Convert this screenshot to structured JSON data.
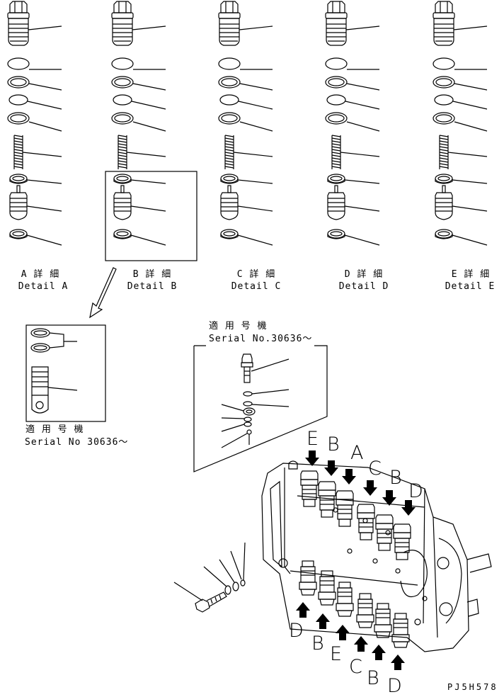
{
  "details": [
    {
      "jp": "A 詳 細",
      "en": "Detail A"
    },
    {
      "jp": "B 詳 細",
      "en": "Detail B"
    },
    {
      "jp": "C 詳 細",
      "en": "Detail C"
    },
    {
      "jp": "D 詳 細",
      "en": "Detail D"
    },
    {
      "jp": "E 詳 細",
      "en": "Detail E"
    }
  ],
  "serial_notes": {
    "lower_left": {
      "jp": "適 用 号 機",
      "en": "Serial No 30636～"
    },
    "upper_box": {
      "jp": "適 用 号 機",
      "en": "Serial No.30636～"
    }
  },
  "assembly_letters": {
    "top": [
      "E",
      "B",
      "A",
      "C",
      "B",
      "D"
    ],
    "bottom": [
      "D",
      "B",
      "E",
      "C",
      "B",
      "D"
    ]
  },
  "drawing_code": "PJ5H578"
}
